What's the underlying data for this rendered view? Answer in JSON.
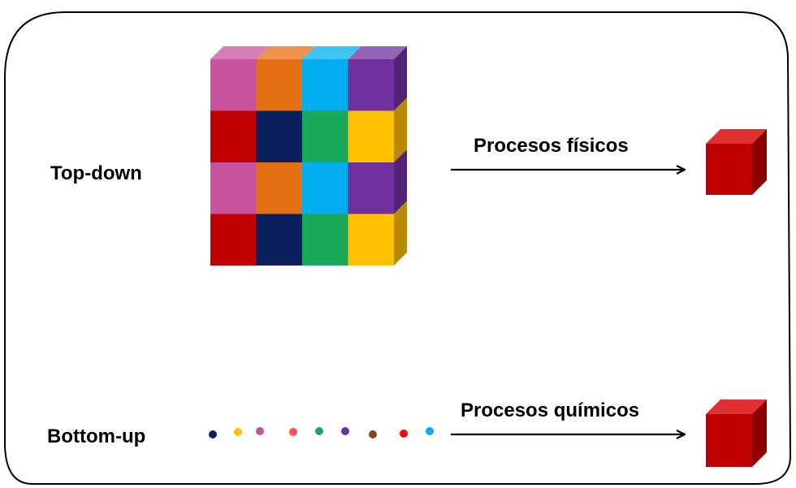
{
  "labels": {
    "top_down": "Top-down",
    "bottom_up": "Bottom-up",
    "physical_processes": "Procesos físicos",
    "chemical_processes": "Procesos químicos"
  },
  "block": {
    "rows": [
      [
        "#c9529e",
        "#e46f14",
        "#00aeef",
        "#7030a0"
      ],
      [
        "#c00000",
        "#0c2060",
        "#1aa85a",
        "#ffc000"
      ],
      [
        "#c9529e",
        "#e46f14",
        "#00aeef",
        "#7030a0"
      ],
      [
        "#c00000",
        "#0c2060",
        "#1aa85a",
        "#ffc000"
      ]
    ]
  },
  "particles": [
    "#0c2060",
    "#ffc000",
    "#c9529e",
    "#ff5050",
    "#1aa85a",
    "#7030a0",
    "#8b4513",
    "#ff0000",
    "#00aeef"
  ],
  "product_cube_color": "#c00000"
}
